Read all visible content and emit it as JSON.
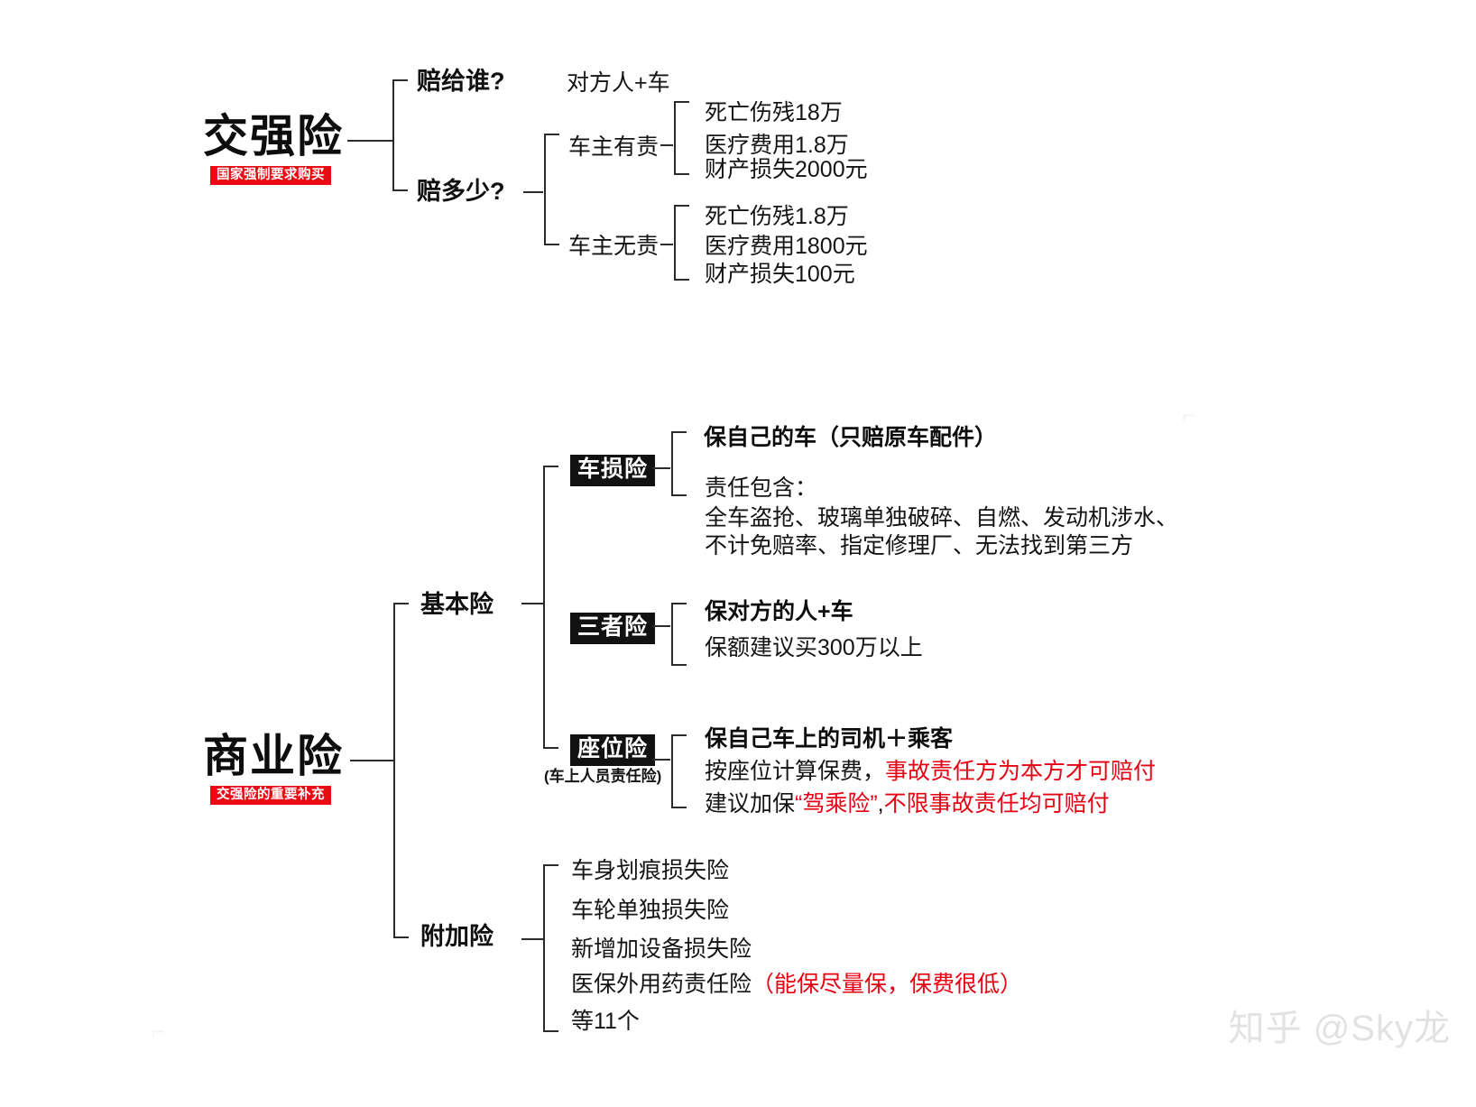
{
  "diagram": {
    "type": "mindmap",
    "watermark": "知乎 @Sky龙",
    "roots": [
      {
        "title": "交强险",
        "badge": "国家强制要求购买"
      },
      {
        "title": "商业险",
        "badge": "交强险的重要补充"
      }
    ]
  },
  "compulsory": {
    "branch_who": "赔给谁?",
    "branch_how_much": "赔多少?",
    "who_answer": "对方人+车",
    "liable": {
      "label": "车主有责",
      "items": [
        "死亡伤残18万",
        "医疗费用1.8万",
        "财产损失2000元"
      ]
    },
    "not_liable": {
      "label": "车主无责",
      "items": [
        "死亡伤残1.8万",
        "医疗费用1800元",
        "财产损失100元"
      ]
    }
  },
  "commercial": {
    "basic_label": "基本险",
    "addon_label": "附加险",
    "car_damage": {
      "chip": "车损险",
      "headline": "保自己的车（只赔原车配件）",
      "coverage_title": "责任包含：",
      "coverage_line1": "全车盗抢、玻璃单独破碎、自燃、发动机涉水、",
      "coverage_line2": "不计免赔率、指定修理厂、无法找到第三方"
    },
    "third_party": {
      "chip": "三者险",
      "headline": "保对方的人+车",
      "note": "保额建议买300万以上"
    },
    "seat": {
      "chip": "座位险",
      "chip_sub": "(车上人员责任险)",
      "headline": "保自己车上的司机＋乘客",
      "line2_black": "按座位计算保费，",
      "line2_red": "事故责任方为本方才可赔付",
      "line3_black_a": "建议加保",
      "line3_red_a": "“驾乘险”",
      "line3_black_b": ",",
      "line3_red_b": "不限事故责任均可赔付"
    },
    "addons": {
      "items": [
        "车身划痕损失险",
        "车轮单独损失险",
        "新增加设备损失险"
      ],
      "medical_black": "医保外用药责任险",
      "medical_red": "（能保尽量保，保费很低）",
      "more": "等11个"
    }
  }
}
